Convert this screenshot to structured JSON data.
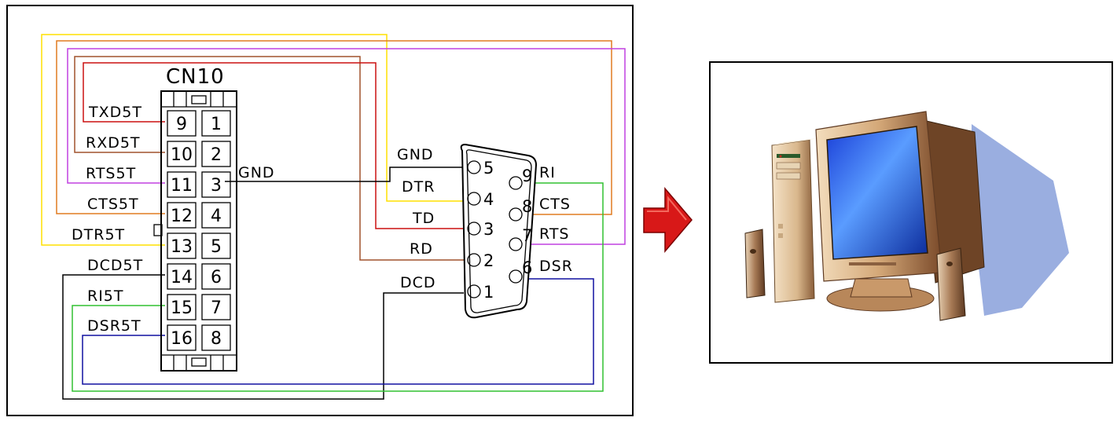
{
  "connector": {
    "title": "CN10",
    "left_pins": [
      "9",
      "10",
      "11",
      "12",
      "13",
      "14",
      "15",
      "16"
    ],
    "right_pins": [
      "1",
      "2",
      "3",
      "4",
      "5",
      "6",
      "7",
      "8"
    ],
    "signal_labels": {
      "txd": "TXD5T",
      "rxd": "RXD5T",
      "rts": "RTS5T",
      "cts": "CTS5T",
      "dtr": "DTR5T",
      "dcd": "DCD5T",
      "ri": "RI5T",
      "dsr": "DSR5T",
      "gnd": "GND"
    }
  },
  "db9": {
    "pin_numbers": [
      "5",
      "4",
      "3",
      "2",
      "1",
      "9",
      "8",
      "7",
      "6"
    ],
    "left_labels": {
      "gnd": "GND",
      "dtr": "DTR",
      "td": "TD",
      "rd": "RD",
      "dcd": "DCD"
    },
    "right_labels": {
      "ri": "RI",
      "cts": "CTS",
      "rts": "RTS",
      "dsr": "DSR"
    }
  },
  "colors": {
    "yellow": "#ffe000",
    "orange": "#e07b20",
    "magenta": "#c040e0",
    "brown": "#a0522d",
    "red": "#cc1010",
    "green": "#30c030",
    "blue": "#1010a0",
    "black": "#000000",
    "arrow": "#d81818"
  },
  "icons": {
    "arrow": "right-arrow-icon",
    "computer": "desktop-computer-icon"
  }
}
